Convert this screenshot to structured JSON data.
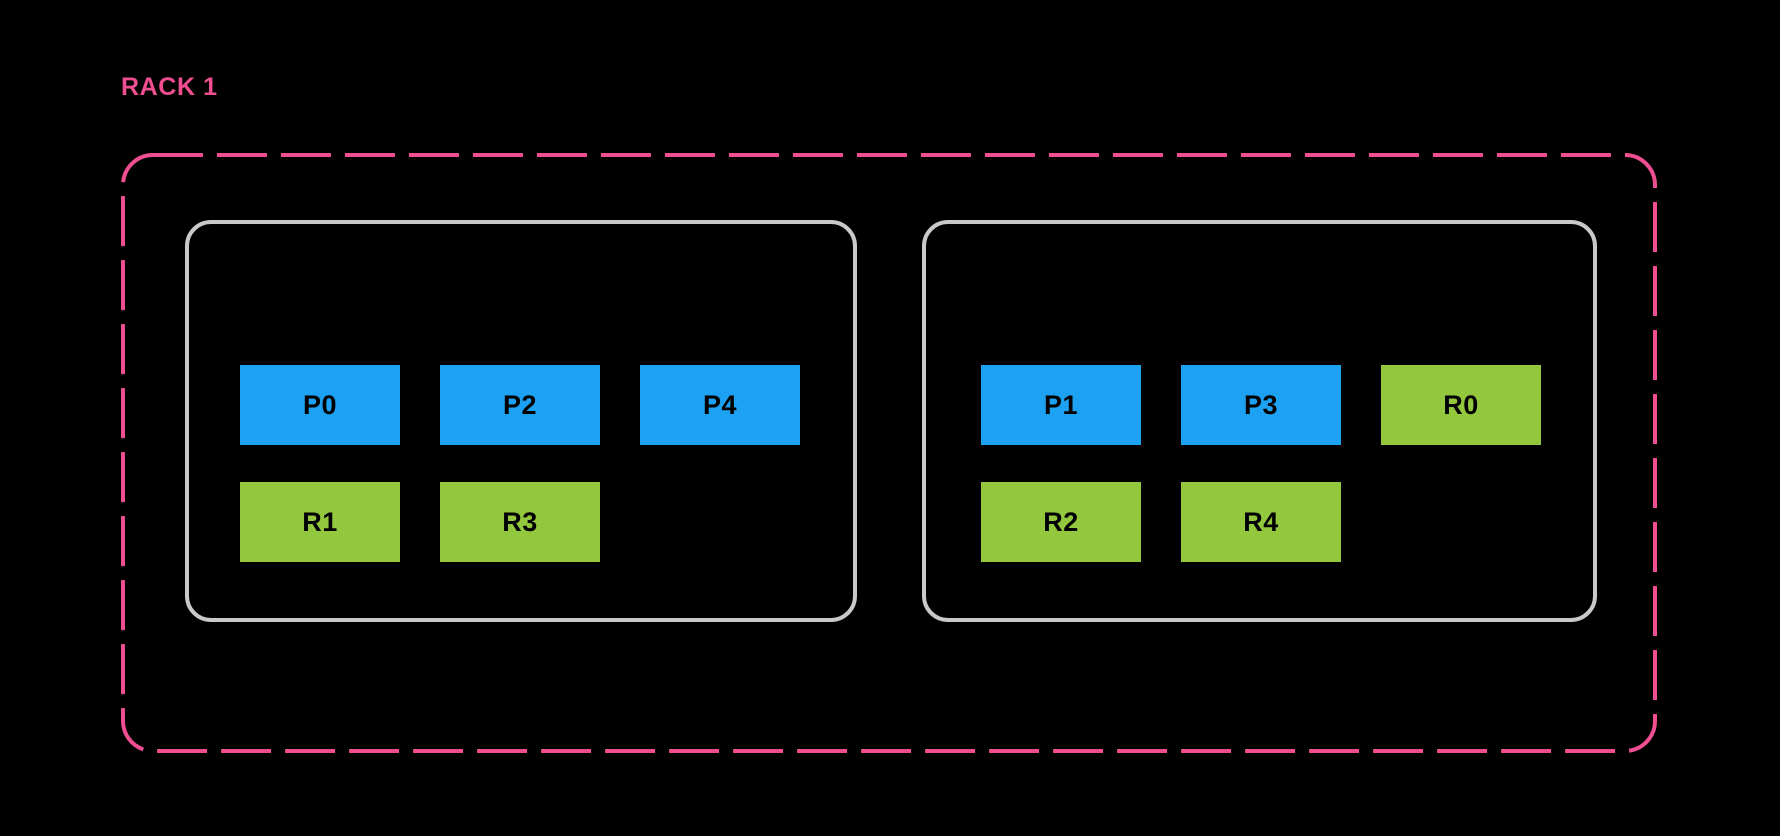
{
  "diagram": {
    "type": "rack-partition-layout",
    "background_color": "#000000",
    "rack": {
      "label": "RACK 1",
      "label_color": "#ef4f91",
      "border_color": "#ef4f91",
      "border_style": "dashed"
    },
    "legend_colors": {
      "partition": "#1da1f2",
      "replica": "#93c83e",
      "host_border": "#c9c9c9"
    },
    "hosts": [
      {
        "id": "host-1",
        "cells": [
          {
            "label": "P0",
            "kind": "partition",
            "row": 0,
            "col": 0
          },
          {
            "label": "P2",
            "kind": "partition",
            "row": 0,
            "col": 1
          },
          {
            "label": "P4",
            "kind": "partition",
            "row": 0,
            "col": 2
          },
          {
            "label": "R1",
            "kind": "replica",
            "row": 1,
            "col": 0
          },
          {
            "label": "R3",
            "kind": "replica",
            "row": 1,
            "col": 1
          }
        ]
      },
      {
        "id": "host-2",
        "cells": [
          {
            "label": "P1",
            "kind": "partition",
            "row": 0,
            "col": 0
          },
          {
            "label": "P3",
            "kind": "partition",
            "row": 0,
            "col": 1
          },
          {
            "label": "R0",
            "kind": "replica",
            "row": 0,
            "col": 2
          },
          {
            "label": "R2",
            "kind": "replica",
            "row": 1,
            "col": 0
          },
          {
            "label": "R4",
            "kind": "replica",
            "row": 1,
            "col": 1
          }
        ]
      }
    ]
  }
}
